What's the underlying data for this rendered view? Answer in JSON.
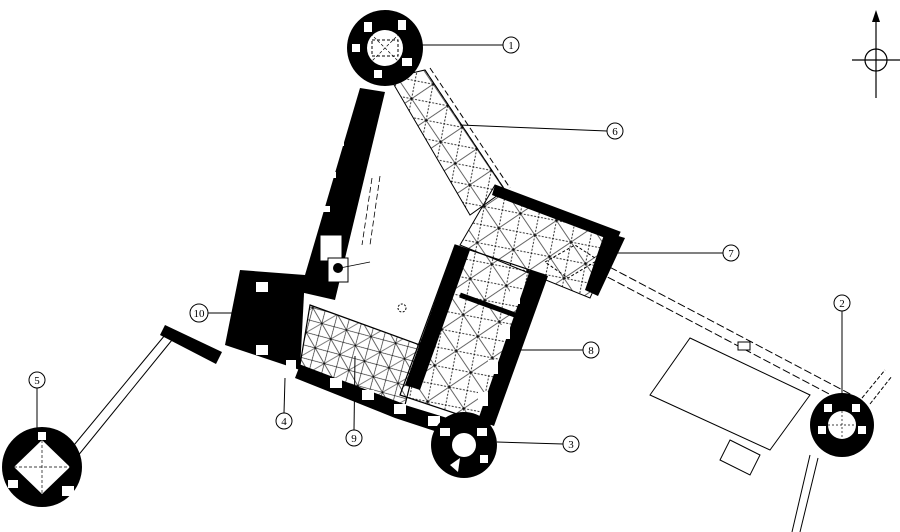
{
  "callouts": [
    "1",
    "2",
    "3",
    "4",
    "5",
    "6",
    "7",
    "8",
    "9",
    "10"
  ],
  "compass": {
    "icon": "north-arrow-icon"
  }
}
